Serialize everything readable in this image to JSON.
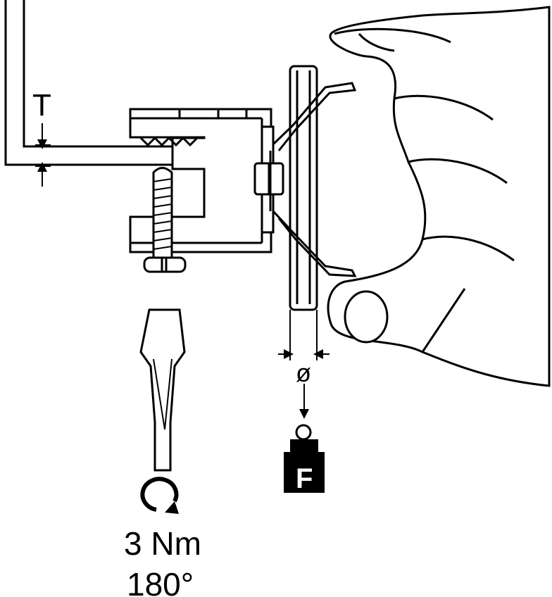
{
  "labels": {
    "thickness": "T",
    "diameter": "ø",
    "force": "F",
    "torque": "3 Nm",
    "angle": "180°"
  },
  "colors": {
    "ink": "#000000",
    "paper": "#ffffff"
  }
}
